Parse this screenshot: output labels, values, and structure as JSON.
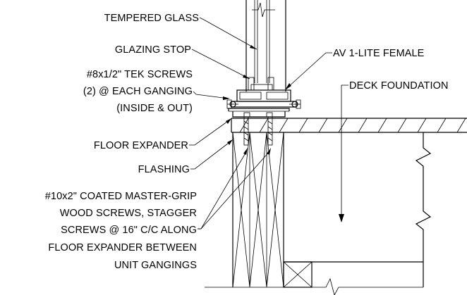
{
  "labels": {
    "tempered_glass": "TEMPERED GLASS",
    "glazing_stop": "GLAZING STOP",
    "tek_screws_1": "#8x1/2\" TEK SCREWS",
    "tek_screws_2": "(2) @ EACH GANGING",
    "tek_screws_3": "(INSIDE & OUT)",
    "floor_expander": "FLOOR EXPANDER",
    "flashing": "FLASHING",
    "wood_screws_1": "#10x2\" COATED MASTER-GRIP",
    "wood_screws_2": "WOOD SCREWS, STAGGER",
    "wood_screws_3": "SCREWS @ 16\" C/C ALONG",
    "wood_screws_4": "FLOOR EXPANDER BETWEEN",
    "wood_screws_5": "UNIT GANGINGS",
    "av_lite_female": "AV 1-LITE FEMALE",
    "deck_foundation": "DECK FOUNDATION"
  }
}
